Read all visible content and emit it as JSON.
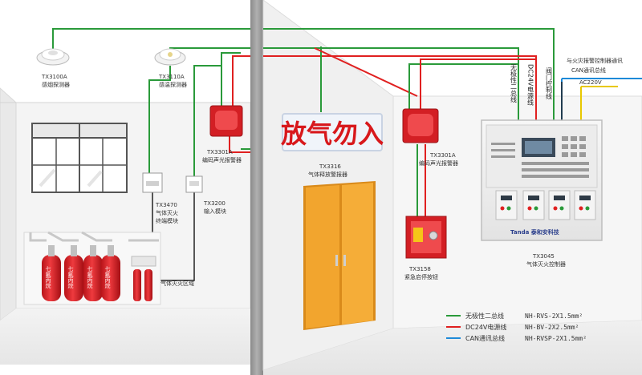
{
  "devices": {
    "smoke_detector": {
      "model": "TX3100A",
      "name": "感烟探测器"
    },
    "heat_detector": {
      "model": "TX3110A",
      "name": "感温探测器"
    },
    "alarm_left": {
      "model": "TX3301A",
      "name": "编码声光报警器"
    },
    "terminal_module": {
      "model": "TX3470",
      "name_line1": "气体灭火",
      "name_line2": "终端模块"
    },
    "input_module": {
      "model": "TX3200",
      "name": "输入模块"
    },
    "release_sign": {
      "model": "TX3316",
      "name": "气体释放警报器",
      "sign_text": "放气勿入"
    },
    "alarm_right": {
      "model": "TX3301A",
      "name": "编码声光报警器"
    },
    "emergency_button": {
      "model": "TX3158",
      "name": "紧急启停按钮"
    },
    "controller": {
      "model": "TX3045",
      "name": "气体灭火控制器",
      "brand": "Tanda 泰和安科技"
    }
  },
  "zone_label": "气体灭火区域",
  "wire_labels": {
    "bus": "无极性二总线",
    "power": "DC24V电源线",
    "valve": "阀门控制线",
    "can_note_1": "与火灾报警控制器通讯",
    "can_note_2": "CAN通讯总线",
    "ac": "AC220V"
  },
  "legend": [
    {
      "name": "无极性二总线",
      "spec": "NH-RVS-2X1.5mm²",
      "color": "#2a9a3a"
    },
    {
      "name": "DC24V电源线",
      "spec": "NH-BV-2X2.5mm²",
      "color": "#e02020"
    },
    {
      "name": "CAN通讯总线",
      "spec": "NH-RVSP-2X1.5mm²",
      "color": "#1e8ad8"
    }
  ],
  "cylinder_text": "七氟丙烷",
  "colors": {
    "green": "#2a9a3a",
    "red": "#e02020",
    "blue": "#1e8ad8",
    "black": "#222222",
    "yellow": "#e8c800",
    "door": "#f2a52e",
    "wall": "#f1f1f1",
    "pillar": "#9a9a9a"
  }
}
